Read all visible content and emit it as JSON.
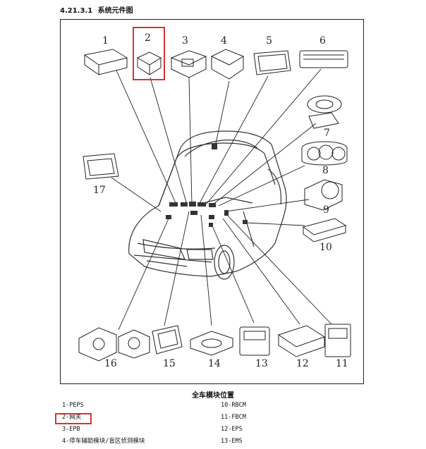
{
  "section": {
    "number": "4.21.3.1",
    "title": "系统元件图"
  },
  "figure": {
    "numbers": [
      "1",
      "2",
      "3",
      "4",
      "5",
      "6",
      "7",
      "8",
      "9",
      "10",
      "11",
      "12",
      "13",
      "14",
      "15",
      "16",
      "17"
    ],
    "highlight_color": "#e03030"
  },
  "legend": {
    "title": "全车模块位置",
    "left": [
      "1-PEPS",
      "2-网关",
      "3-EPB",
      "4-停车辅助模块/盲区侦测模块"
    ],
    "right": [
      "10-RBCM",
      "11-FBCM",
      "12-EPS",
      "13-EMS"
    ]
  }
}
